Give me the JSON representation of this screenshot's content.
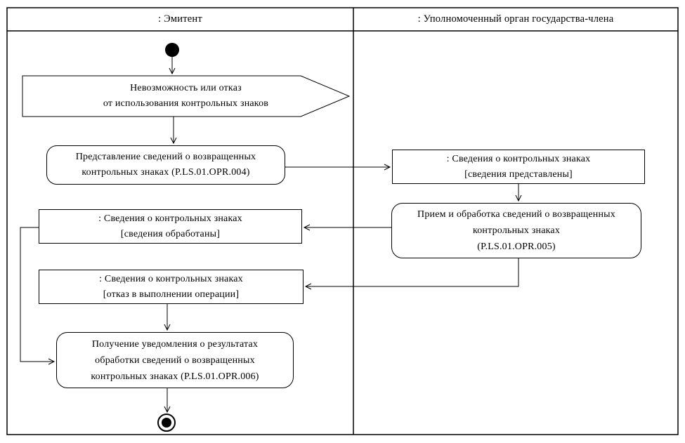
{
  "lanes": {
    "issuer": {
      "label": ": Эмитент"
    },
    "authorized_body": {
      "label": ": Уполномоченный орган государства-члена"
    }
  },
  "nodes": {
    "signal_refusal": {
      "line1": "Невозможность или отказ",
      "line2": "от использования контрольных знаков"
    },
    "activity_submit": {
      "line1": "Представление сведений о возвращенных",
      "line2": "контрольных знаках (P.LS.01.OPR.004)"
    },
    "object_submitted": {
      "line1": ": Сведения о контрольных знаках",
      "line2": "[сведения представлены]"
    },
    "activity_process": {
      "line1": "Прием и обработка сведений о возвращенных",
      "line2": "контрольных знаках",
      "line3": "(P.LS.01.OPR.005)"
    },
    "object_processed": {
      "line1": ": Сведения о контрольных знаках",
      "line2": "[сведения обработаны]"
    },
    "object_refused": {
      "line1": ": Сведения о контрольных знаках",
      "line2": "[отказ в выполнении операции]"
    },
    "activity_notify": {
      "line1": "Получение уведомления о результатах",
      "line2": "обработки сведений о возвращенных",
      "line3": "контрольных знаках (P.LS.01.OPR.006)"
    }
  },
  "colors": {
    "stroke": "#000000",
    "background": "#ffffff"
  }
}
